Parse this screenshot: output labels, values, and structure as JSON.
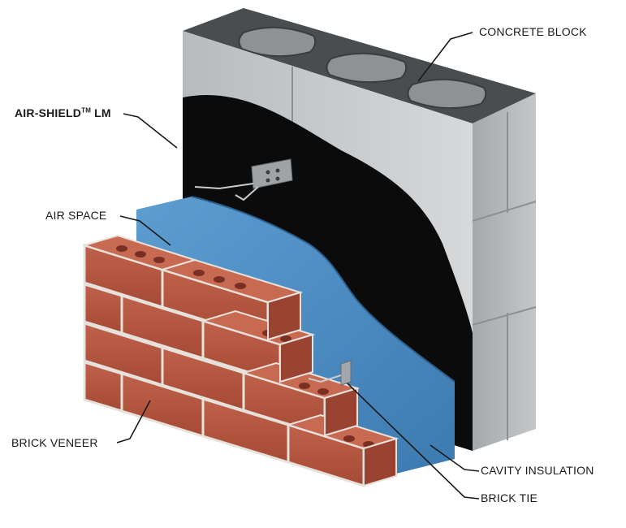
{
  "labels": {
    "concrete_block": "CONCRETE BLOCK",
    "air_shield_prefix": "AIR-SHIELD",
    "air_shield_tm": "TM",
    "air_shield_suffix": " LM",
    "air_space": "AIR SPACE",
    "brick_veneer": "BRICK VENEER",
    "cavity_insulation": "CAVITY INSULATION",
    "brick_tie": "BRICK TIE"
  },
  "colors": {
    "concrete": "#c9ccce",
    "concrete_dark": "#5a5d60",
    "membrane": "#0b0b0b",
    "insulation": "#4d8fc4",
    "brick": "#b5563f",
    "mortar": "#e7e1dc"
  }
}
